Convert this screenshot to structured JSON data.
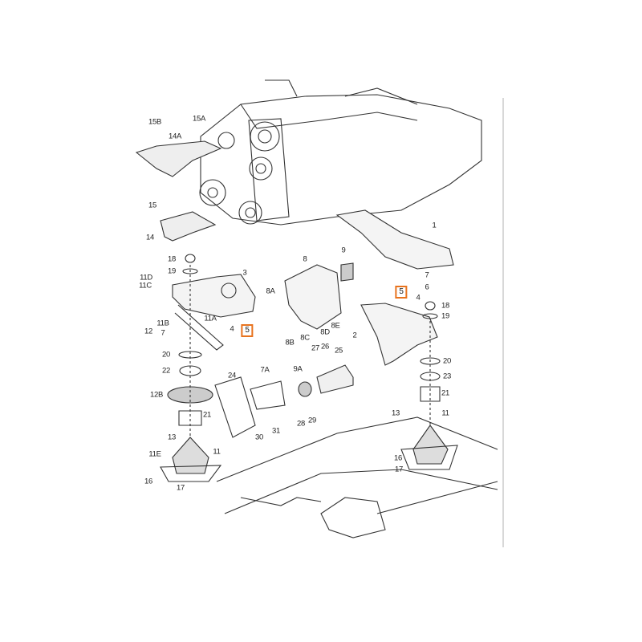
{
  "diagram": {
    "accent_color": "#e8731e",
    "part_labels": [
      "15B",
      "15A",
      "14A",
      "15",
      "14",
      "18",
      "19",
      "11D",
      "11C",
      "3",
      "11B",
      "11A",
      "4",
      "5",
      "7",
      "12",
      "20",
      "22",
      "12B",
      "21",
      "13",
      "11E",
      "11",
      "16",
      "17",
      "8",
      "8A",
      "9",
      "8B",
      "8C",
      "8D",
      "8E",
      "27",
      "26",
      "25",
      "24",
      "7A",
      "9A",
      "28",
      "29",
      "30",
      "31",
      "1",
      "7",
      "6",
      "5",
      "4",
      "18",
      "19",
      "2",
      "20",
      "23",
      "21",
      "13",
      "11",
      "16",
      "17"
    ],
    "highlighted_indices": [
      13,
      45
    ]
  }
}
